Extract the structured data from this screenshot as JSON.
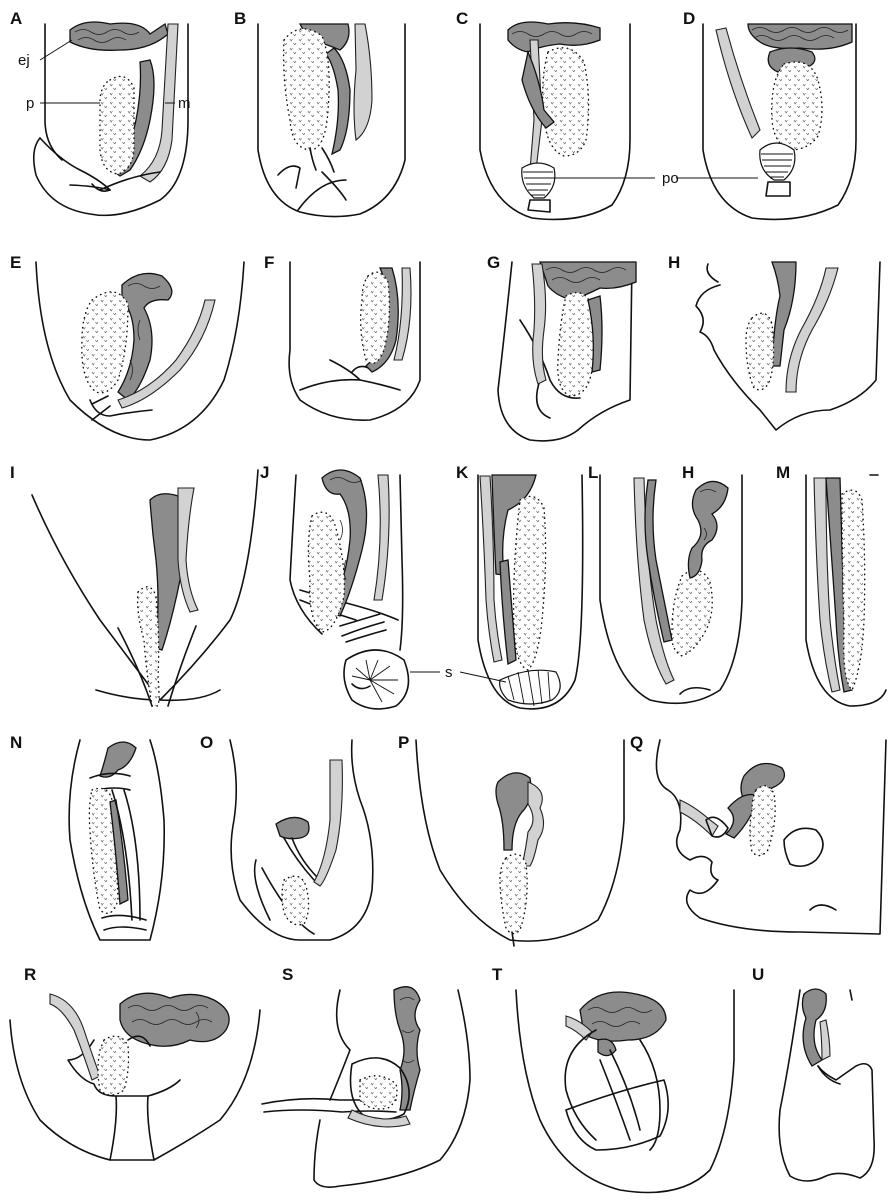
{
  "figure": {
    "panels": [
      {
        "id": "A",
        "label": "A"
      },
      {
        "id": "B",
        "label": "B"
      },
      {
        "id": "C",
        "label": "C"
      },
      {
        "id": "D",
        "label": "D"
      },
      {
        "id": "E",
        "label": "E"
      },
      {
        "id": "F",
        "label": "F"
      },
      {
        "id": "G",
        "label": "G"
      },
      {
        "id": "H",
        "label": "H"
      },
      {
        "id": "I",
        "label": "I"
      },
      {
        "id": "J",
        "label": "J"
      },
      {
        "id": "K",
        "label": "K"
      },
      {
        "id": "L",
        "label": "L"
      },
      {
        "id": "H2",
        "label": "H"
      },
      {
        "id": "M",
        "label": "M"
      },
      {
        "id": "N",
        "label": "N"
      },
      {
        "id": "O",
        "label": "O"
      },
      {
        "id": "P",
        "label": "P"
      },
      {
        "id": "Q",
        "label": "Q"
      },
      {
        "id": "R",
        "label": "R"
      },
      {
        "id": "S",
        "label": "S"
      },
      {
        "id": "T",
        "label": "T"
      },
      {
        "id": "U",
        "label": "U"
      }
    ],
    "callouts": {
      "ej": "ej",
      "p": "p",
      "m": "m",
      "po": "po",
      "s": "s"
    },
    "colors": {
      "dark_tissue": "#8c8c8c",
      "light_tissue": "#d2d2d2",
      "outline": "#111111",
      "background": "#ffffff"
    }
  }
}
